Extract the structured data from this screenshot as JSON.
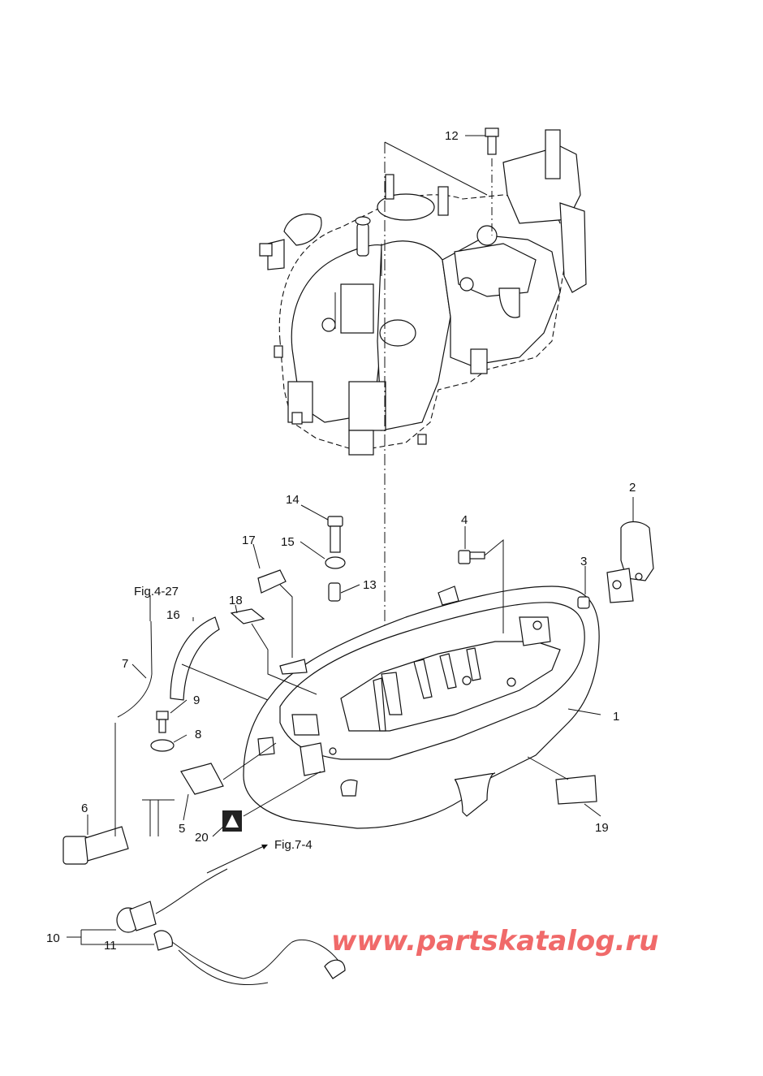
{
  "callouts": {
    "c1": "1",
    "c2": "2",
    "c3": "3",
    "c4": "4",
    "c5": "5",
    "c6": "6",
    "c7": "7",
    "c8": "8",
    "c9": "9",
    "c10": "10",
    "c11": "11",
    "c12": "12",
    "c13": "13",
    "c14": "14",
    "c15": "15",
    "c16": "16",
    "c17": "17",
    "c18": "18",
    "c19": "19",
    "c20": "20"
  },
  "references": {
    "fig_4_27": "Fig.4-27",
    "fig_7_4": "Fig.7-4"
  },
  "watermark": {
    "text": "www.partskatalog.ru",
    "color": "#f06a6a"
  }
}
